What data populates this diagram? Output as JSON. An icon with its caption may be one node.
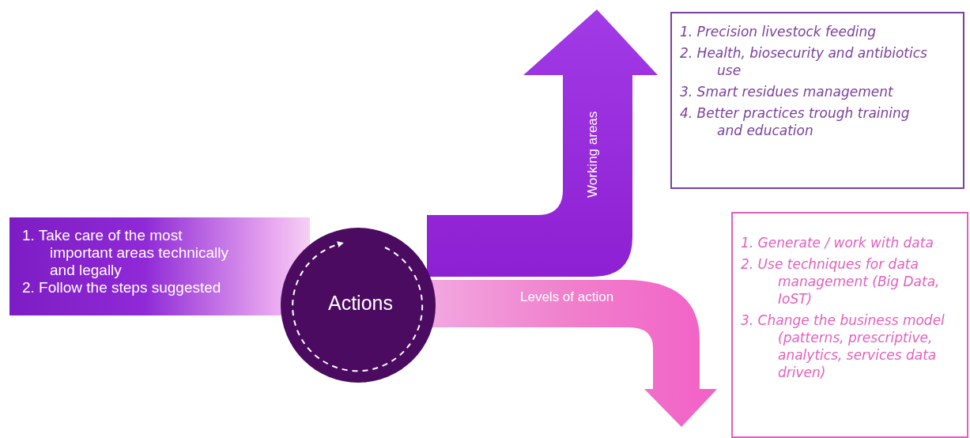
{
  "diagram": {
    "nodes": [
      {
        "text": [
          "1. Take care of the most important areas technically and legally",
          "2. Follow the steps suggested"
        ]
      },
      {
        "text": [
          "Actions"
        ]
      },
      {
        "text": [
          "Working areas"
        ]
      },
      {
        "text": [
          "1. Precision livestock feeding",
          "2. Health, biosecurity and antibiotics use",
          "3. Smart residues management",
          "4. Better practices trough training and education"
        ]
      },
      {
        "text": [
          "Levels of action"
        ]
      },
      {
        "text": [
          "1. Generate / work with data",
          "2. Use techniques for data management (Big Data, IoST)",
          "3. Change the business model (patterns, prescriptive, analytics, services data driven)"
        ]
      }
    ]
  }
}
